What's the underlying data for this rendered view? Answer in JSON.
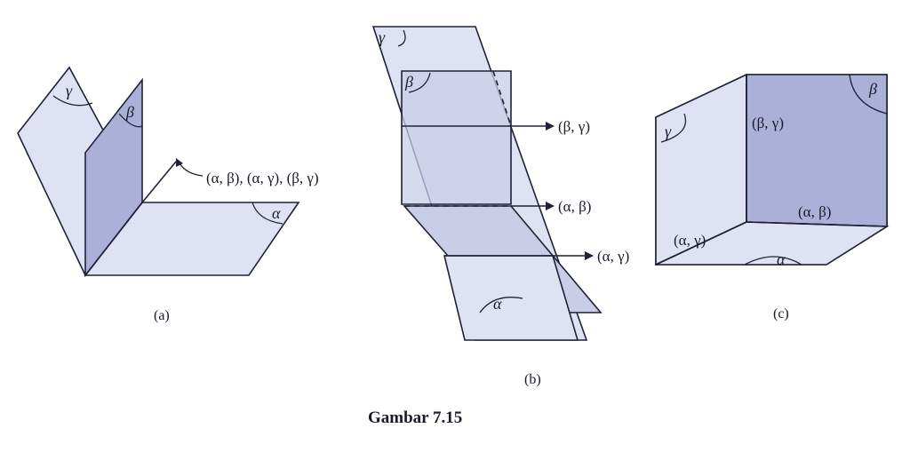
{
  "figure_title": "Gambar 7.15",
  "panels": {
    "a": {
      "caption": "(a)",
      "planes": [
        "γ",
        "β",
        "α"
      ],
      "pointer_label": "(α, β), (α, γ), (β, γ)"
    },
    "b": {
      "caption": "(b)",
      "planes": [
        "γ",
        "β",
        "α"
      ],
      "line_labels": [
        "(β, γ)",
        "(α, β)",
        "(α, γ)"
      ]
    },
    "c": {
      "caption": "(c)",
      "face_labels": [
        "γ",
        "β",
        "α"
      ],
      "edge_labels": [
        "(β, γ)",
        "(α, β)",
        "(α, γ)"
      ]
    }
  }
}
